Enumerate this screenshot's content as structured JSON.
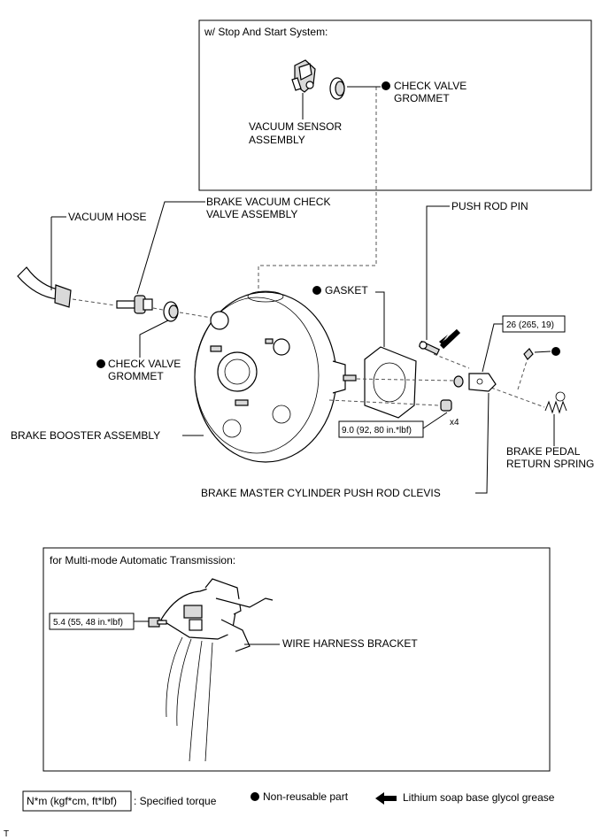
{
  "insets": {
    "stop_start": {
      "title": "w/ Stop And Start System:"
    },
    "multimode": {
      "title": "for Multi-mode Automatic Transmission:"
    }
  },
  "labels": {
    "check_valve_grommet_top": [
      "CHECK VALVE",
      "GROMMET"
    ],
    "vacuum_sensor": [
      "VACUUM SENSOR",
      "ASSEMBLY"
    ],
    "vacuum_hose": "VACUUM HOSE",
    "brake_vacuum_check_valve": [
      "BRAKE VACUUM CHECK",
      "VALVE ASSEMBLY"
    ],
    "push_rod_pin": "PUSH ROD PIN",
    "gasket": "GASKET",
    "check_valve_grommet_left": [
      "CHECK VALVE",
      "GROMMET"
    ],
    "brake_booster": "BRAKE BOOSTER ASSEMBLY",
    "brake_pedal_return_spring": [
      "BRAKE PEDAL",
      "RETURN SPRING"
    ],
    "push_rod_clevis": "BRAKE MASTER CYLINDER PUSH ROD CLEVIS",
    "wire_harness_bracket": "WIRE HARNESS BRACKET"
  },
  "torques": {
    "clevis_nut": "26 (265, 19)",
    "booster_nut": "9.0 (92, 80 in.*lbf)",
    "booster_nut_qty": "x4",
    "bracket_bolt": "5.4 (55, 48 in.*lbf)"
  },
  "legend": {
    "torque_box": "N*m (kgf*cm, ft*lbf)",
    "torque_text": ": Specified torque",
    "non_reusable": "Non-reusable part",
    "grease": "Lithium soap base glycol grease"
  },
  "corner_mark": "T"
}
